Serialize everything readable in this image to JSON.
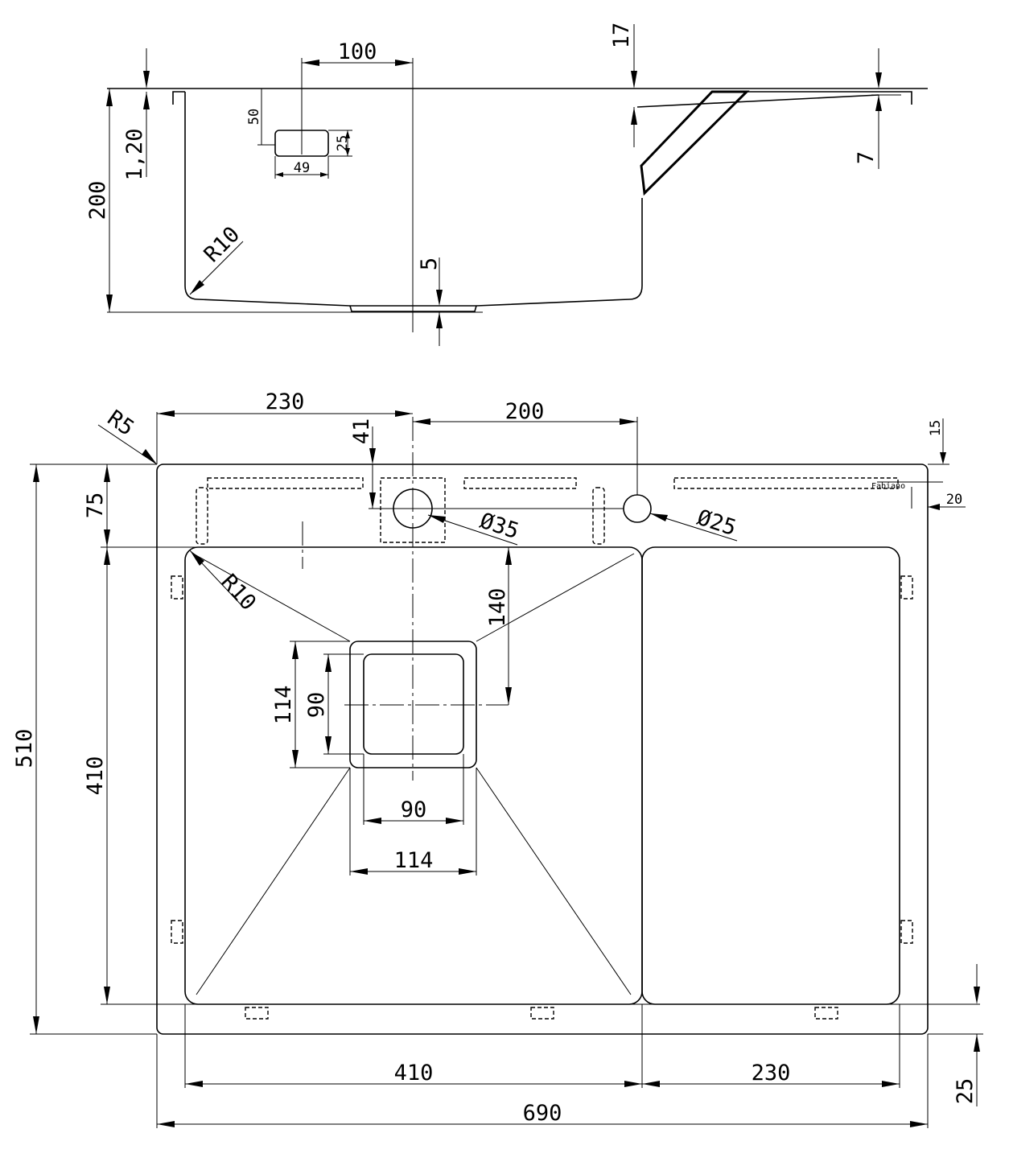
{
  "side_view": {
    "labels": {
      "w100": "100",
      "h17": "17",
      "h50": "50",
      "h25": "25",
      "w49": "49",
      "thick120": "1,20",
      "h200": "200",
      "r10": "R10",
      "h5": "5",
      "h7": "7"
    }
  },
  "top_view": {
    "labels": {
      "w230_top": "230",
      "w200_top": "200",
      "r5": "R5",
      "h41": "41",
      "h15": "15",
      "h20": "20",
      "brand": "Fabiano",
      "d35": "Ø35",
      "d25": "Ø25",
      "h75": "75",
      "r10": "R10",
      "h140": "140",
      "h114": "114",
      "h90": "90",
      "w90": "90",
      "w114": "114",
      "h510": "510",
      "h410": "410",
      "w410": "410",
      "w230_bottom": "230",
      "h25": "25",
      "w690": "690"
    }
  }
}
